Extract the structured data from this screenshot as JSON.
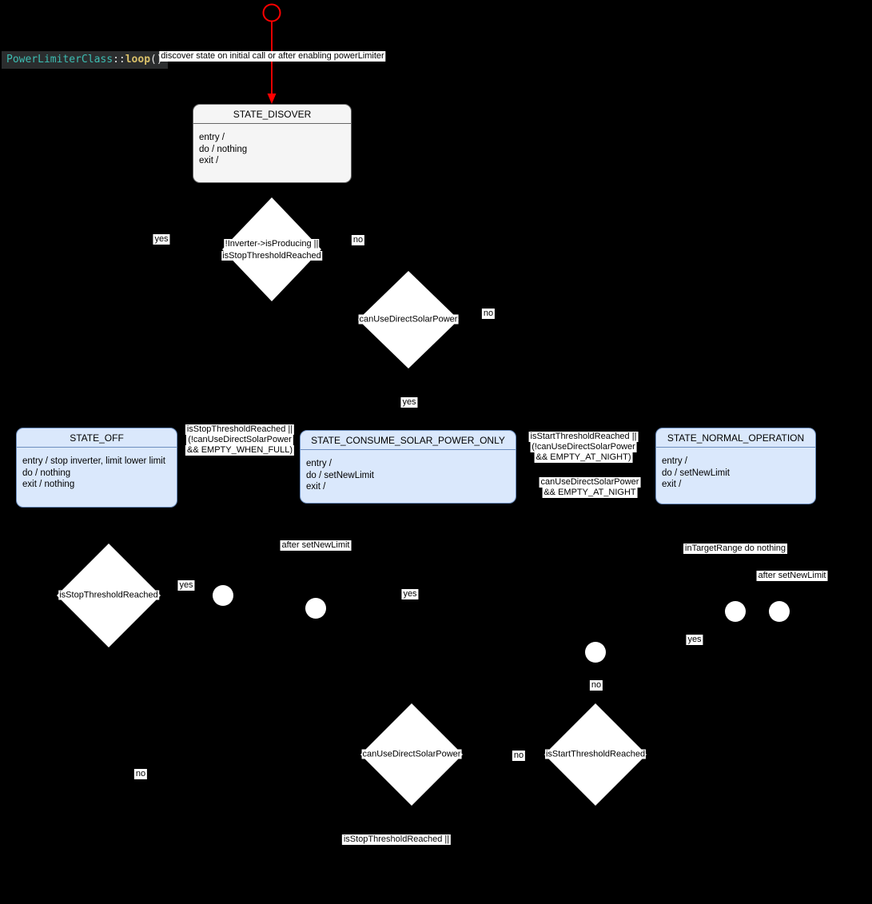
{
  "colors": {
    "background": "#000000",
    "initial_arrow": "#ff0000",
    "gray_state_fill": "#f5f5f5",
    "gray_state_border": "#666666",
    "blue_state_fill": "#dae8fc",
    "blue_state_border": "#6c8ebf",
    "code_background": "#2b2d2e",
    "code_class_color": "#3dbdb2",
    "code_method_color": "#d9c069",
    "code_plain_color": "#e8e8e8"
  },
  "code_label": {
    "class_name": "PowerLimiterClass",
    "separator": "::",
    "method_name": "loop",
    "parens": "()"
  },
  "states": [
    {
      "title": "STATE_DISOVER",
      "lines": [
        "entry /",
        "do / nothing",
        "exit /"
      ]
    },
    {
      "title": "STATE_OFF",
      "lines": [
        "entry / stop inverter, limit lower limit",
        "do / nothing",
        "exit / nothing"
      ]
    },
    {
      "title": "STATE_CONSUME_SOLAR_POWER_ONLY",
      "lines": [
        "entry /",
        "do / setNewLimit",
        "exit /"
      ]
    },
    {
      "title": "STATE_NORMAL_OPERATION",
      "lines": [
        "entry /",
        "do / setNewLimit",
        "exit /"
      ]
    }
  ],
  "decisions": [
    {
      "lines": [
        "!Inverter->isProducing ||",
        "isStopThresholdReached"
      ]
    },
    {
      "lines": [
        "canUseDirectSolarPower"
      ]
    },
    {
      "lines": [
        "isStopThresholdReached"
      ]
    },
    {
      "lines": [
        "canUseDirectSolarPower"
      ]
    },
    {
      "lines": [
        "isStartThresholdReached"
      ]
    }
  ],
  "labels": {
    "discover": "discover state on initial call or after enabling powerLimiter",
    "yes": "yes",
    "no": "no",
    "after_set_new_limit": "after setNewLimit",
    "in_target_range": "inTargetRange do nothing",
    "guard_stop_when_full": [
      "isStopThresholdReached ||",
      "(!canUseDirectSolarPower",
      "&& EMPTY_WHEN_FULL)"
    ],
    "guard_start_at_night": [
      "isStartThresholdReached ||",
      "(!canUseDirectSolarPower",
      "&& EMPTY_AT_NIGHT)"
    ],
    "guard_solar_at_night": [
      "canUseDirectSolarPower",
      "&& EMPTY_AT_NIGHT"
    ],
    "guard_stop_partial": "isStopThresholdReached ||"
  }
}
